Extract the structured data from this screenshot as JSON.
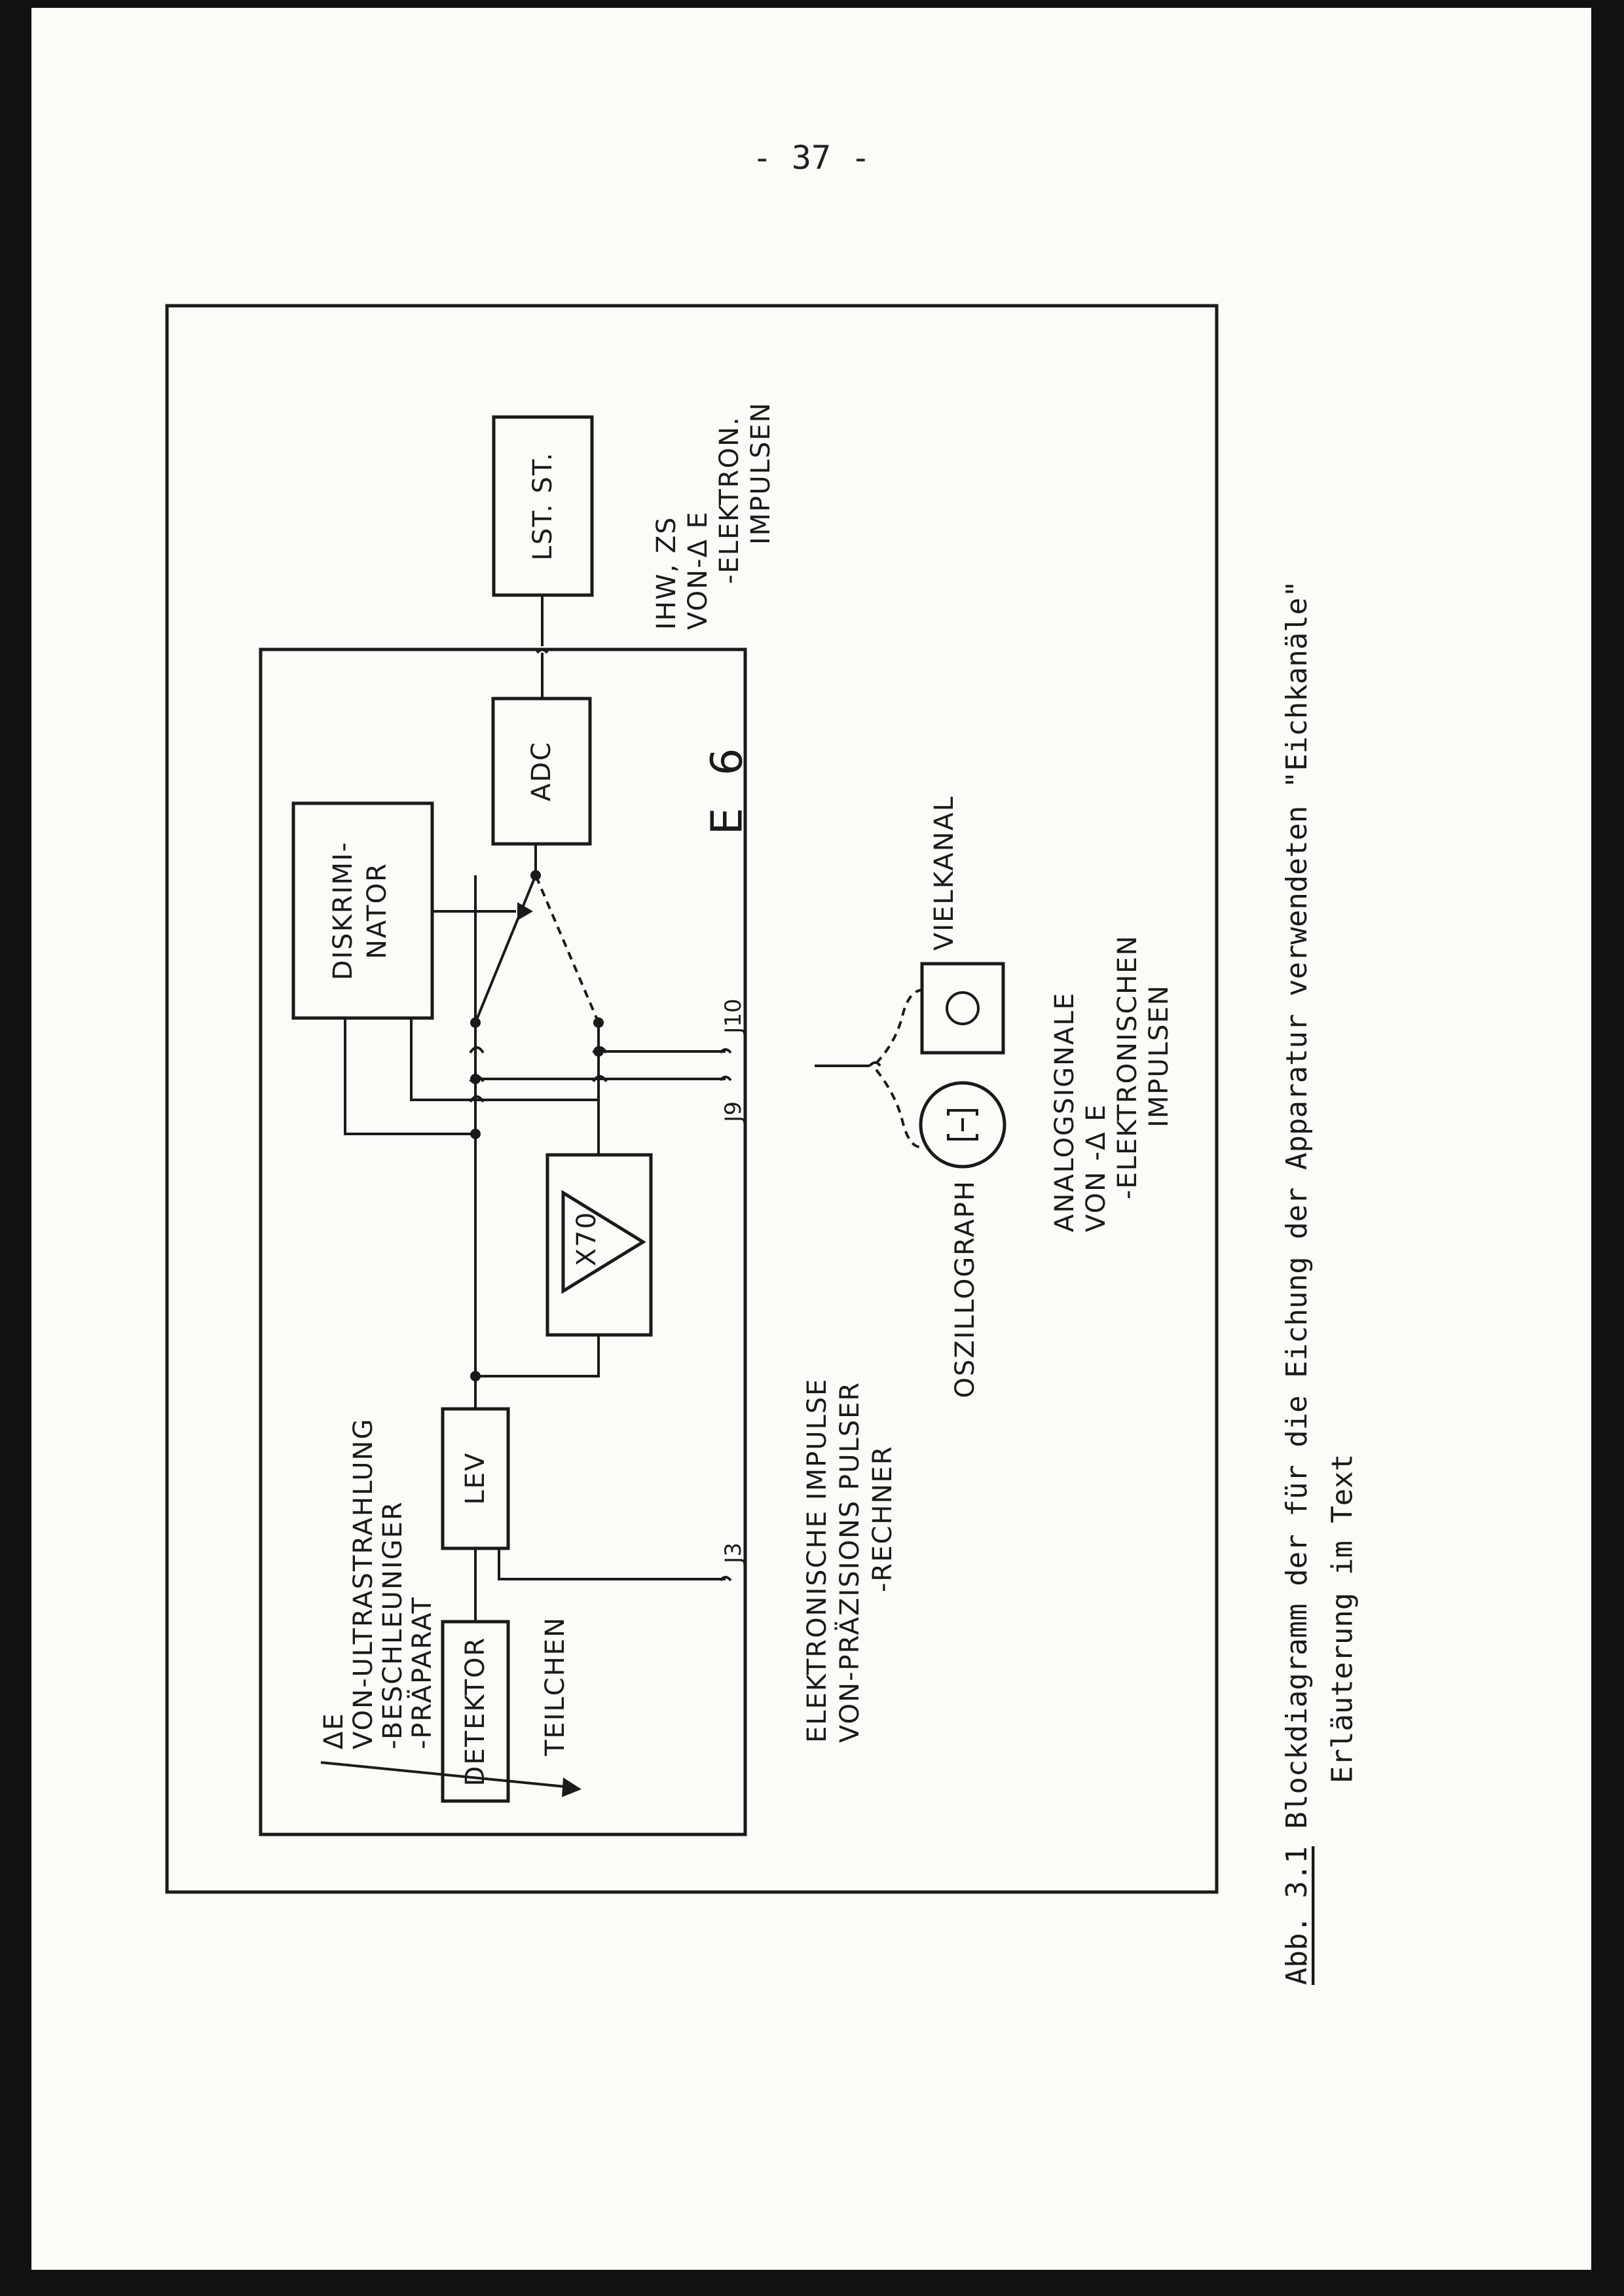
{
  "page_number": "- 37 -",
  "blocks": {
    "detektor": "DETEKTOR",
    "lev": "LEV",
    "amplifier": "X70",
    "diskriminator_line1": "DISKRIMI-",
    "diskriminator_line2": "NATOR",
    "adc": "ADC",
    "lst": "LST. ST.",
    "e6": "E 6",
    "vielkanal": "VIELKANAL",
    "oszillograph": "OSZILLOGRAPH"
  },
  "jacks": {
    "j3": "J3",
    "j9": "J9",
    "j10": "J10"
  },
  "labels": {
    "source_line1": "ΔE",
    "source_line2": "VON-ULTRASTRAHLUNG",
    "source_line3": "-BESCHLEUNIGER",
    "source_line4": "-PRÄPARAT",
    "teilchen": "TEILCHEN",
    "pulser_line1": "ELEKTRONISCHE IMPULSE",
    "pulser_line2": "VON-PRÄZISIONS PULSER",
    "pulser_line3": "-RECHNER",
    "analog_line1": "ANALOGSIGNALE",
    "analog_line2": "VON -Δ E",
    "analog_line3": "-ELEKTRONISCHEN",
    "analog_line4": "IMPULSEN",
    "ihw_line1": "IHW, ZS",
    "ihw_line2": "VON-Δ E",
    "ihw_line3": "-ELEKTRON.",
    "ihw_line4": "IMPULSEN"
  },
  "caption": {
    "label": "Abb. 3.1",
    "line1": " Blockdiagramm der für die Eichung der Apparatur verwendeten \"Eichkanäle\"",
    "line2": "Erläuterung im Text"
  }
}
